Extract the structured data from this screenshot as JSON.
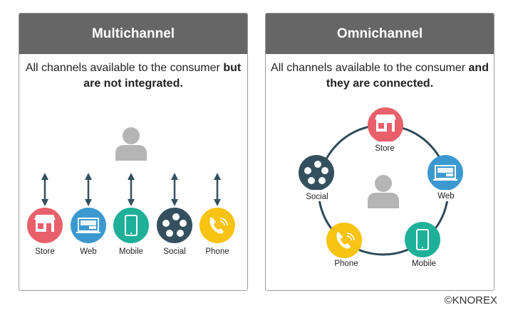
{
  "multichannel": {
    "title": "Multichannel",
    "desc_plain": "All channels available to the consumer",
    "desc_bold": "but are not integrated."
  },
  "omnichannel": {
    "title": "Omnichannel",
    "desc_plain": "All channels available to the consumer",
    "desc_bold": "and they are connected."
  },
  "channels": [
    {
      "label": "Store",
      "icon": "store-icon",
      "color": "#e8606a"
    },
    {
      "label": "Web",
      "icon": "laptop-icon",
      "color": "#3b99cf"
    },
    {
      "label": "Mobile",
      "icon": "mobile-icon",
      "color": "#1fb09a"
    },
    {
      "label": "Social",
      "icon": "social-icon",
      "color": "#34505f"
    },
    {
      "label": "Phone",
      "icon": "phone-icon",
      "color": "#f8c313"
    }
  ],
  "colors": {
    "header": "#666666",
    "ring": "#2d4a57",
    "person": "#b5b5b5"
  },
  "copyright": "©KNOREX"
}
